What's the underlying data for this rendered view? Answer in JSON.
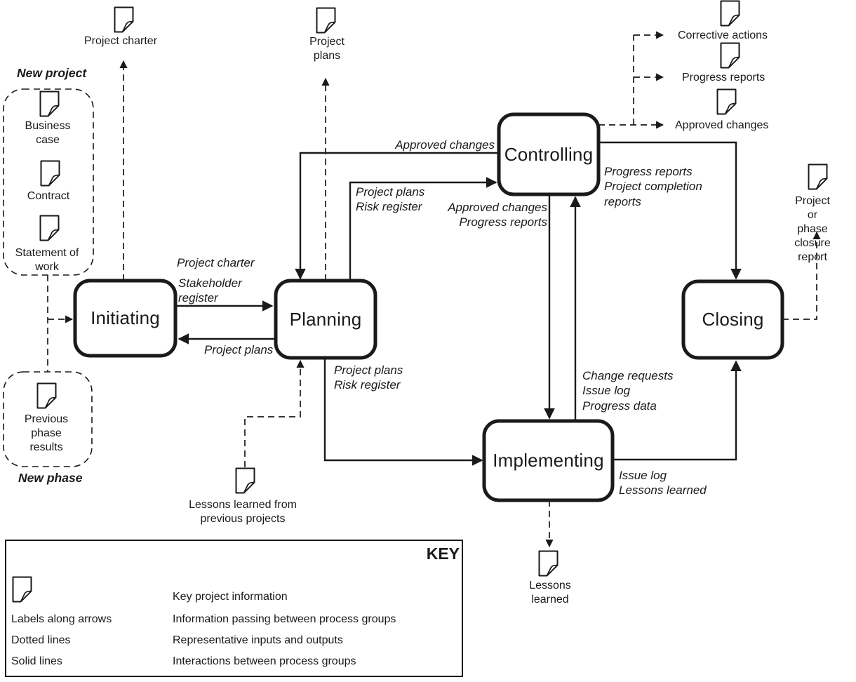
{
  "colors": {
    "ink": "#1a1a1a",
    "background": "#ffffff"
  },
  "nodes": {
    "initiating": "Initiating",
    "planning": "Planning",
    "controlling": "Controlling",
    "implementing": "Implementing",
    "closing": "Closing"
  },
  "group_labels": {
    "new_project": "New project",
    "new_phase": "New phase"
  },
  "documents": {
    "project_charter": "Project charter",
    "project_plans": "Project\nplans",
    "business_case": "Business\ncase",
    "contract": "Contract",
    "statement_of_work": "Statement of\nwork",
    "previous_phase_results": "Previous\nphase\nresults",
    "lessons_learned_previous": "Lessons learned from\nprevious projects",
    "corrective_actions": "Corrective actions",
    "progress_reports": "Progress reports",
    "approved_changes": "Approved changes",
    "closure_report": "Project or phase\nclosure report",
    "lessons_learned": "Lessons\nlearned"
  },
  "arrow_labels": {
    "project_charter": "Project charter",
    "stakeholder_register": "Stakeholder\nregister",
    "project_plans_to_initiating": "Project plans",
    "approved_changes_to_planning": "Approved changes",
    "planning_to_controlling": "Project plans\nRisk register",
    "planning_to_implementing": "Project plans\nRisk register",
    "controlling_to_implementing": "Approved changes\nProgress reports",
    "implementing_to_controlling": "Change requests\nIssue log\nProgress data",
    "controlling_to_closing": "Progress reports\nProject completion\nreports",
    "implementing_to_closing": "Issue log\nLessons learned"
  },
  "key": {
    "title": "KEY",
    "rows": [
      {
        "symbol": "document-icon",
        "label": "",
        "description": "Key project information"
      },
      {
        "label": "Labels along arrows",
        "description": "Information passing between process groups"
      },
      {
        "label": "Dotted lines",
        "description": "Representative inputs and outputs"
      },
      {
        "label": "Solid lines",
        "description": "Interactions between process groups"
      }
    ]
  }
}
